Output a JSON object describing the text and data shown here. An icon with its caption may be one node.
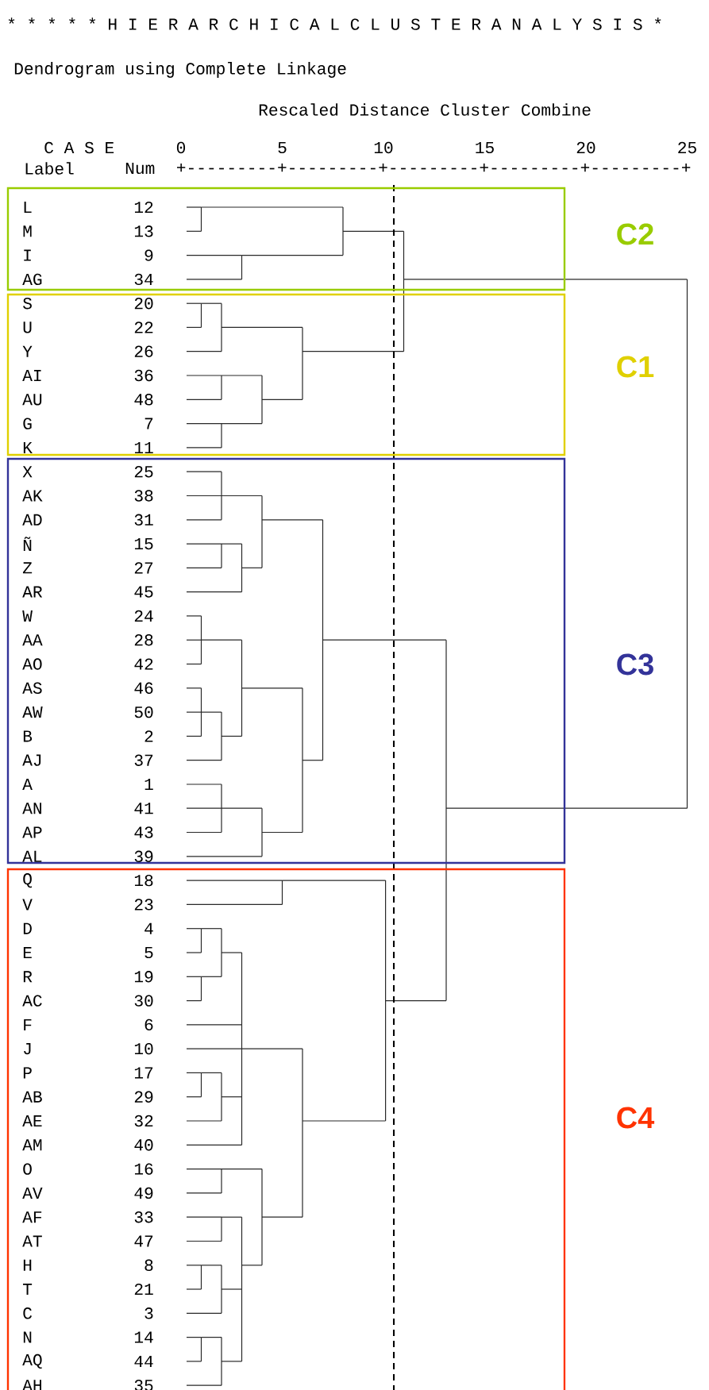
{
  "diagram": {
    "title": "* * * * * H I E R A R C H I C A L C L U S T E R A N A L Y S I S *",
    "nodes": [
      {
        "text": [
          "C2"
        ]
      },
      {
        "text": [
          "C1"
        ]
      },
      {
        "text": [
          "C3"
        ]
      },
      {
        "text": [
          "C4"
        ]
      }
    ],
    "labels": [
      "Dendrogram using Complete Linkage",
      "Rescaled Distance Cluster Combine",
      "C A S E",
      "0",
      "5",
      "10",
      "15",
      "20",
      "25",
      "Label",
      "Num",
      "+---------+---------+---------+---------+---------+",
      "L",
      "12",
      "M",
      "13",
      "I",
      "9",
      "AG",
      "34",
      "S",
      "20",
      "U",
      "22",
      "Y",
      "26",
      "AI",
      "36",
      "AU",
      "48",
      "G",
      "7",
      "K",
      "11",
      "X",
      "25",
      "AK",
      "38",
      "AD",
      "31",
      "Ñ",
      "15",
      "Z",
      "27",
      "AR",
      "45",
      "W",
      "24",
      "AA",
      "28",
      "AO",
      "42",
      "AS",
      "46",
      "AW",
      "50",
      "B",
      "2",
      "AJ",
      "37",
      "A",
      "1",
      "AN",
      "41",
      "AP",
      "43",
      "AL",
      "39",
      "Q",
      "18",
      "V",
      "23",
      "D",
      "4",
      "E",
      "5",
      "R",
      "19",
      "AC",
      "30",
      "F",
      "6",
      "J",
      "10",
      "P",
      "17",
      "AB",
      "29",
      "AE",
      "32",
      "AM",
      "40",
      "O",
      "16",
      "AV",
      "49",
      "AF",
      "33",
      "AT",
      "47",
      "H",
      "8",
      "T",
      "21",
      "C",
      "3",
      "N",
      "14",
      "AQ",
      "44",
      "AH",
      "35"
    ]
  }
}
